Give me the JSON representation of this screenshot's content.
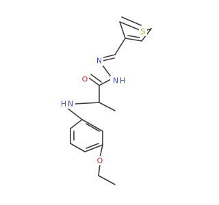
{
  "molecule": {
    "atoms": {
      "S": {
        "symbol": "S",
        "color": "#b8a21a"
      },
      "N1": {
        "symbol": "N",
        "color": "#3a49d6"
      },
      "N2": {
        "symbol": "N",
        "color": "#3a49d6",
        "suffix": "H"
      },
      "O1": {
        "symbol": "O",
        "color": "#e02020"
      },
      "N3": {
        "symbol": "N",
        "color": "#3a49d6",
        "prefix": "H"
      },
      "O2": {
        "symbol": "O",
        "color": "#e02020"
      }
    },
    "bond_color": "#3b3b3b"
  }
}
